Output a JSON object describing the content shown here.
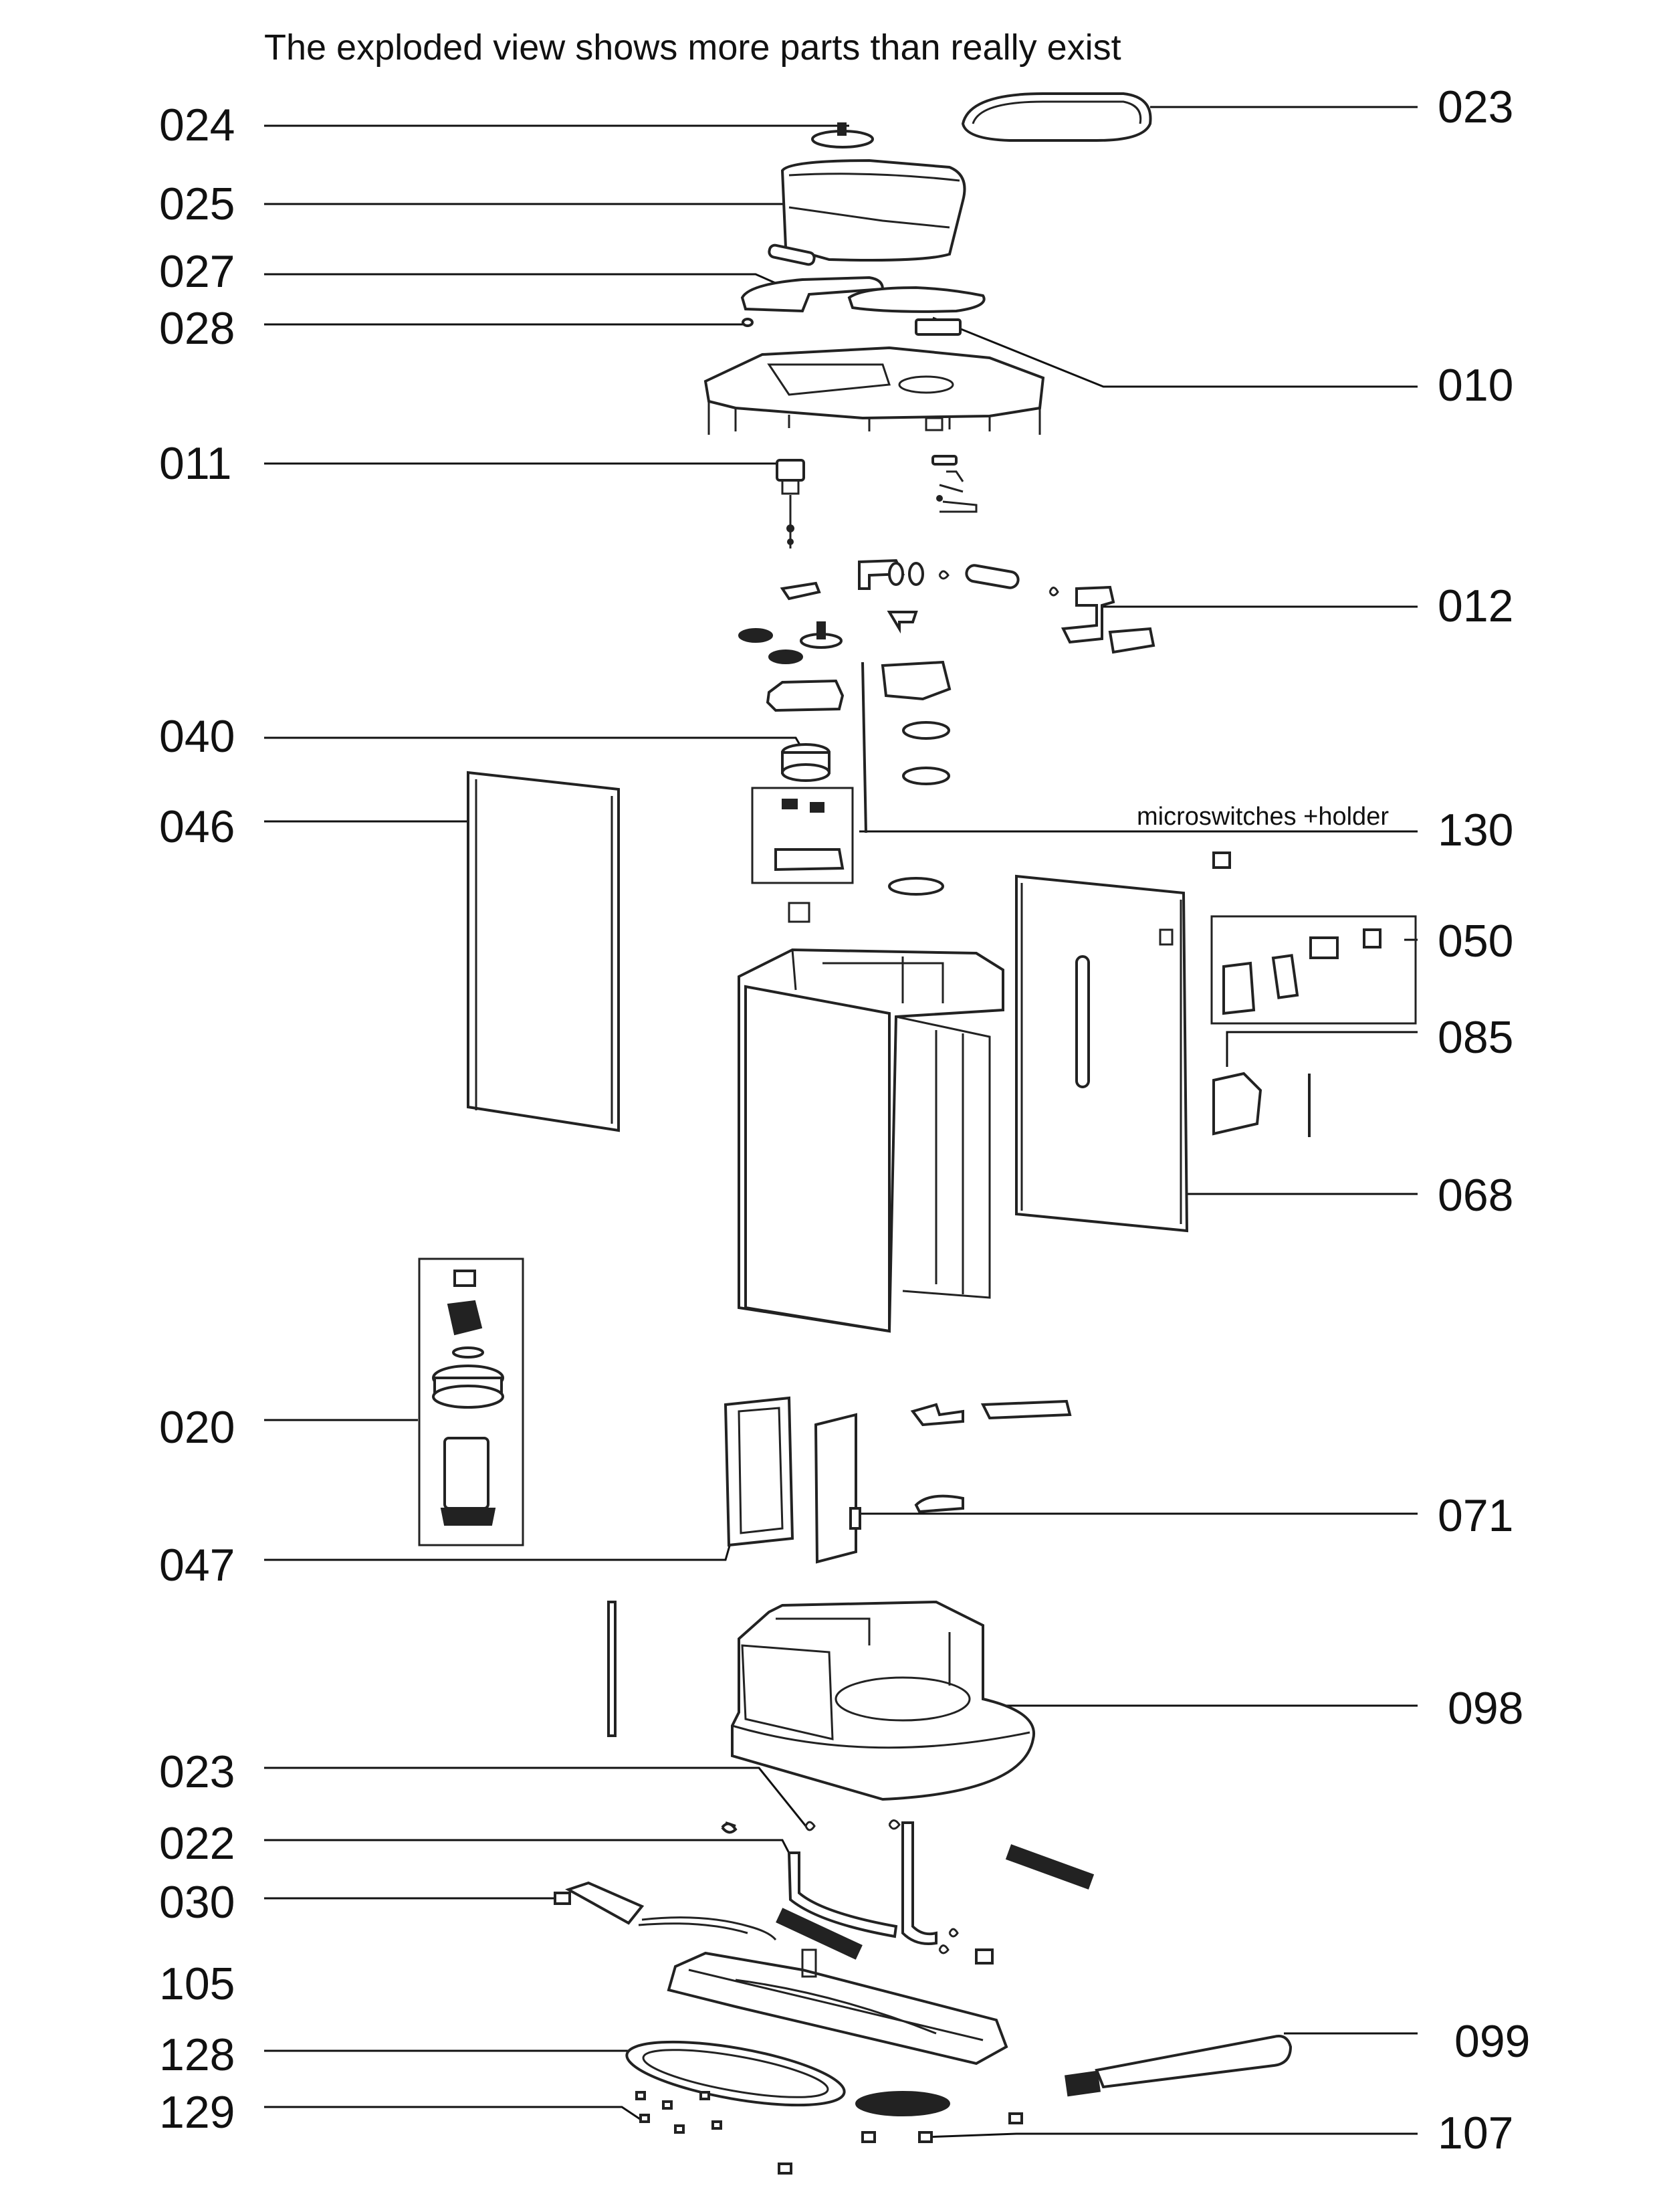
{
  "note": "The exploded view shows more parts than really exist",
  "microswitch_note": "microswitches +holder",
  "labels_left": [
    "024",
    "025",
    "027",
    "028",
    "011",
    "040",
    "046",
    "020",
    "047",
    "023",
    "022",
    "030",
    "105",
    "128",
    "129"
  ],
  "labels_right": [
    "023",
    "010",
    "012",
    "130",
    "050",
    "085",
    "068",
    "071",
    "098",
    "099",
    "107"
  ]
}
